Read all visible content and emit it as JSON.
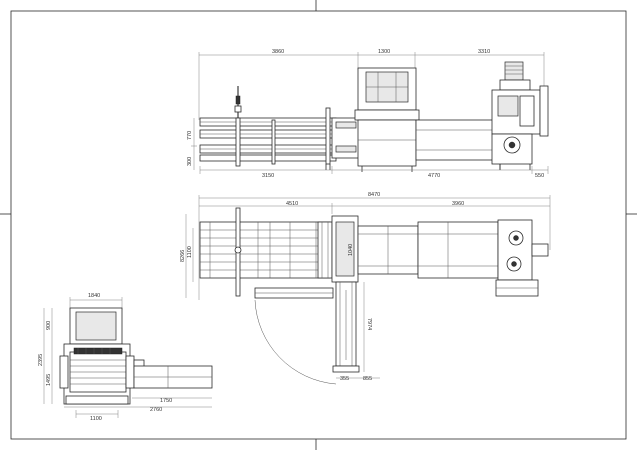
{
  "drawing": {
    "side_view": {
      "dims_top": [
        "3860",
        "1300",
        "3310"
      ],
      "dims_left": [
        "770",
        "300"
      ],
      "dims_bottom": [
        "3150",
        "4770",
        "550"
      ]
    },
    "top_view": {
      "dims_overall": "8470",
      "dims_top": [
        "4510",
        "3960"
      ],
      "dims_left": [
        "8266",
        "1100"
      ],
      "dims_inner": "1040",
      "dims_chute": "7974",
      "dims_bottom": [
        "355",
        "855"
      ]
    },
    "end_view": {
      "dims_top": "1840",
      "dims_left": [
        "900",
        "2395",
        "1495"
      ],
      "dims_bottom": [
        "1100",
        "1750",
        "2760"
      ]
    }
  }
}
